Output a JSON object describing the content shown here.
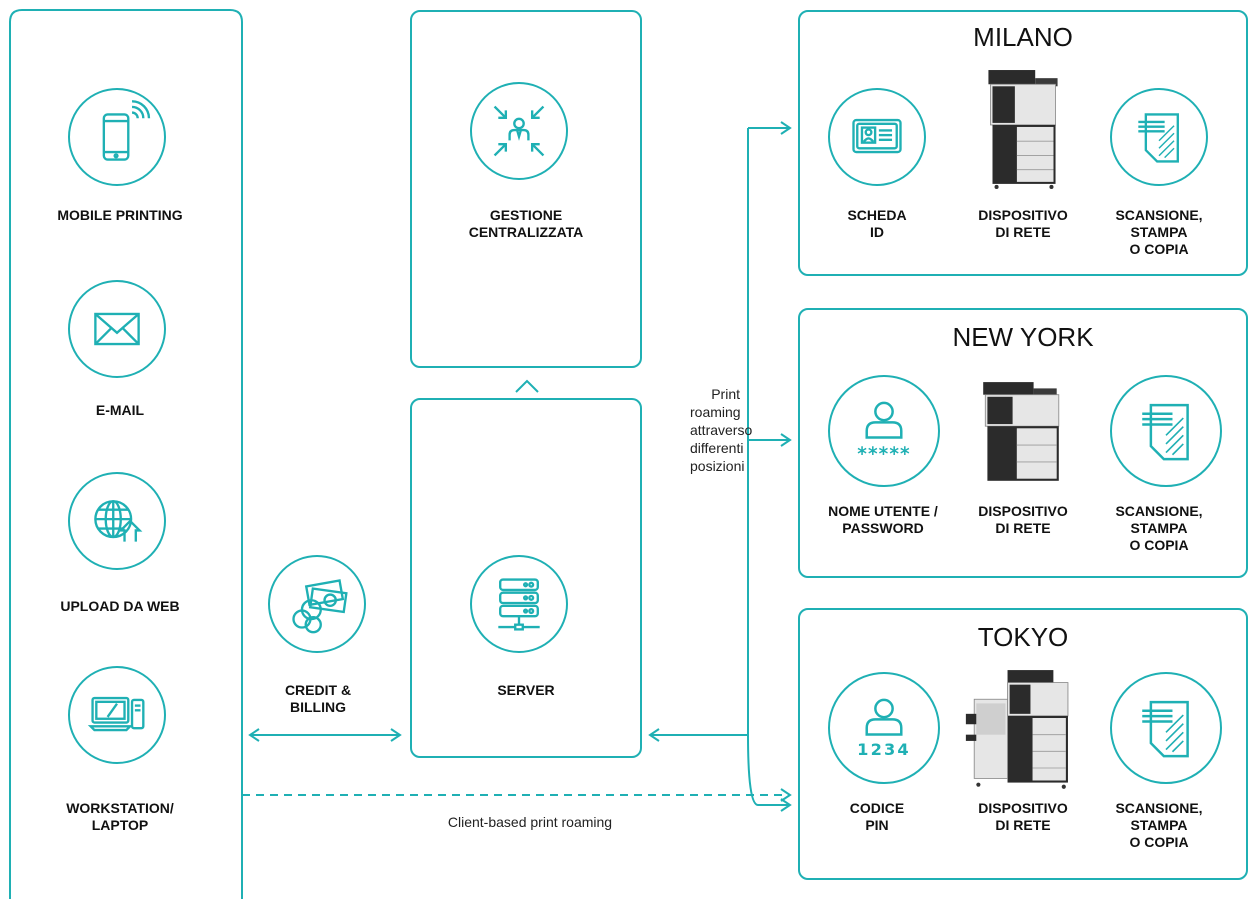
{
  "left_column": {
    "items": [
      {
        "label_lines": [
          "MOBILE PRINTING"
        ],
        "icon": "smartphone-icon"
      },
      {
        "label_lines": [
          "E-MAIL"
        ],
        "icon": "envelope-icon"
      },
      {
        "label_lines": [
          "UPLOAD DA WEB"
        ],
        "icon": "globe-upload-icon"
      },
      {
        "label_lines": [
          "WORKSTATION/",
          "LAPTOP"
        ],
        "icon": "workstation-icon"
      }
    ]
  },
  "central_management": {
    "label_lines": [
      "GESTIONE",
      "CENTRALIZZATA"
    ],
    "icon": "centralized-user-icon"
  },
  "server": {
    "label_lines": [
      "SERVER"
    ],
    "icon": "server-icon"
  },
  "credit_billing": {
    "label_lines": [
      "CREDIT &",
      "BILLING"
    ],
    "icon": "money-coins-icon"
  },
  "print_roaming_note": {
    "lines": [
      "Print",
      "roaming",
      "attraverso",
      "differenti",
      "posizioni"
    ]
  },
  "client_roaming_note": "Client-based print roaming",
  "locations": [
    {
      "city": "MILANO",
      "auth_label_lines": [
        "SCHEDA",
        "ID"
      ],
      "auth_icon": "id-card-icon",
      "device_label_lines": [
        "DISPOSITIVO",
        "DI RETE"
      ],
      "device_icon": "printer-icon",
      "action_label_lines": [
        "SCANSIONE,",
        "STAMPA",
        "O COPIA"
      ],
      "action_icon": "document-icon"
    },
    {
      "city": "NEW YORK",
      "auth_label_lines": [
        "NOME UTENTE /",
        "PASSWORD"
      ],
      "auth_icon": "user-password-icon",
      "auth_code": "*****",
      "device_label_lines": [
        "DISPOSITIVO",
        "DI RETE"
      ],
      "device_icon": "printer-icon",
      "action_label_lines": [
        "SCANSIONE,",
        "STAMPA",
        "O COPIA"
      ],
      "action_icon": "document-icon"
    },
    {
      "city": "TOKYO",
      "auth_label_lines": [
        "CODICE",
        "PIN"
      ],
      "auth_icon": "user-pin-icon",
      "auth_code": "1234",
      "device_label_lines": [
        "DISPOSITIVO",
        "DI RETE"
      ],
      "device_icon": "printer-icon",
      "action_label_lines": [
        "SCANSIONE,",
        "STAMPA",
        "O COPIA"
      ],
      "action_icon": "document-icon"
    }
  ],
  "colors": {
    "accent": "#1fb0b4",
    "text": "#111111",
    "device_body": "#2b2b2b",
    "device_panel": "#e6e6e6"
  }
}
